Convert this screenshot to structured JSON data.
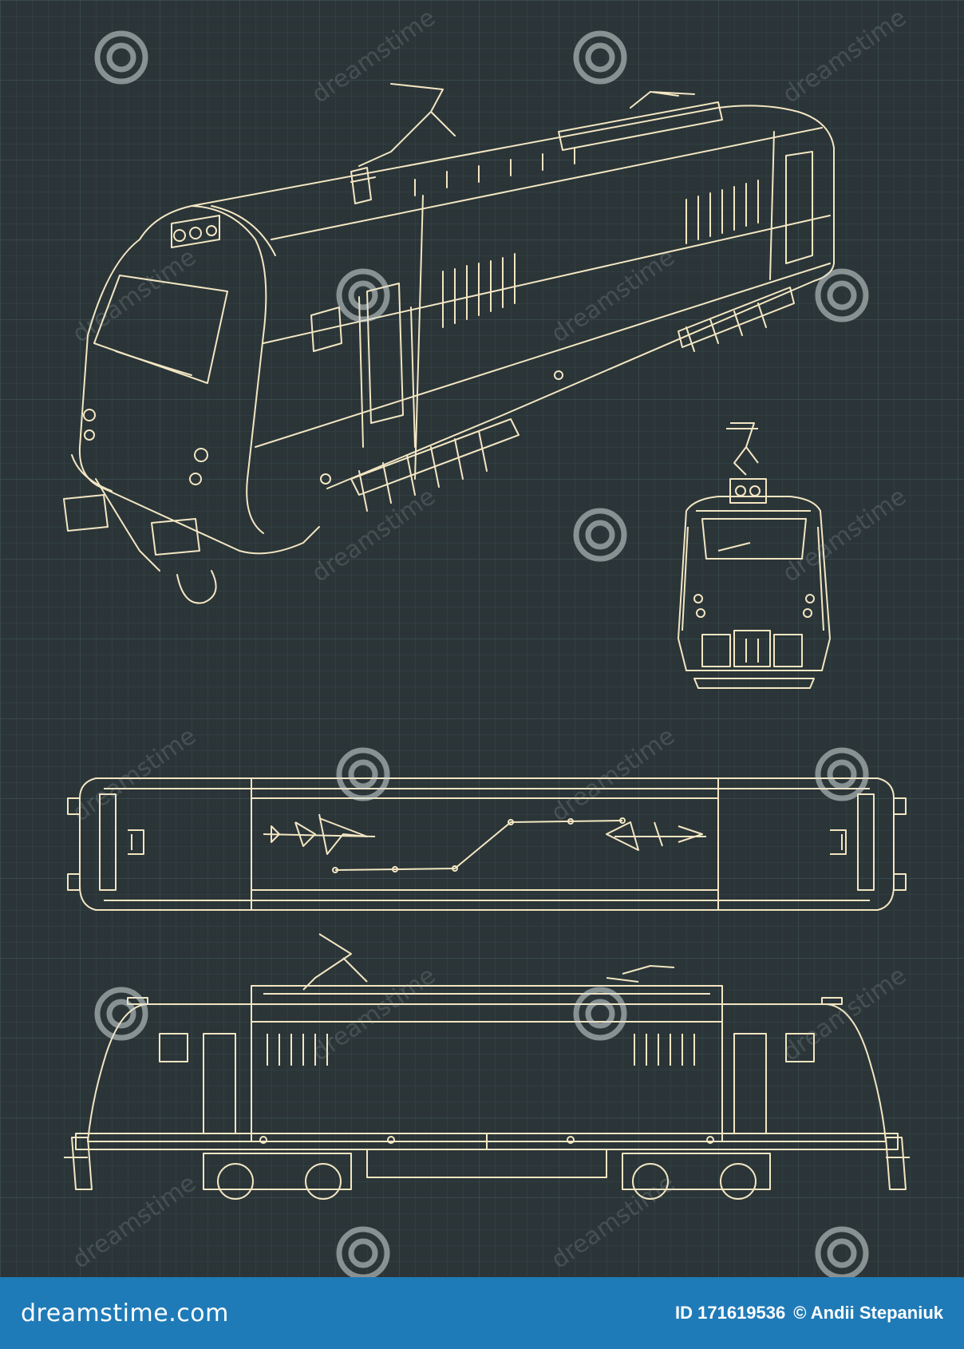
{
  "drawing": {
    "views": [
      "perspective-view",
      "front-view",
      "top-view",
      "side-view"
    ],
    "line_color": "#f3e6c2",
    "background_color": "#2b3538",
    "grid_color": "#35474a"
  },
  "watermark": {
    "text": "dreamstime",
    "icon": "spiral-logo-icon"
  },
  "footer": {
    "logo": "dreamstime.com",
    "id_label": "ID 171619536",
    "credit": "© Andii Stepaniuk",
    "background_color": "#1f7bb8"
  }
}
